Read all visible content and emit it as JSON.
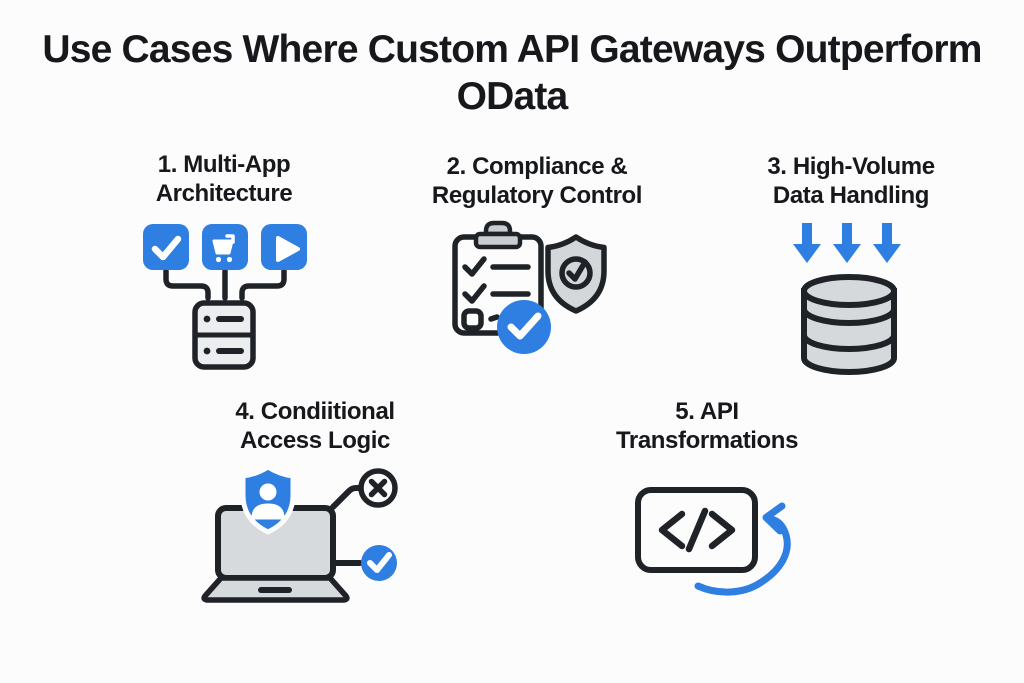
{
  "title": {
    "line1": "Use Cases Where Custom API Gateways",
    "line2": "Outperform OData"
  },
  "items": [
    {
      "id": "multi-app-architecture",
      "line1": "1. Multi-App",
      "line2": "Architecture",
      "icon": "app-tiles-connected-to-server-icon"
    },
    {
      "id": "compliance-regulatory-control",
      "line1": "2. Compliance &",
      "line2": "Regulatory Control",
      "icon": "checklist-clipboard-shield-check-icon"
    },
    {
      "id": "high-volume-data-handling",
      "line1": "3. High-Volume",
      "line2": "Data Handling",
      "icon": "down-arrows-into-database-icon"
    },
    {
      "id": "conditional-access-logic",
      "line1": "4. Condiitional",
      "line2": "Access Logic",
      "icon": "laptop-user-shield-allow-deny-icon"
    },
    {
      "id": "api-transformations",
      "line1": "5. API",
      "line2": "Transformations",
      "icon": "code-block-transform-loop-icon"
    }
  ],
  "colors": {
    "accent_blue": "#2E7FE1",
    "outline_dark": "#1F2328",
    "fill_gray": "#D6D9DC",
    "fill_light_gray": "#ECEDEF",
    "clip_gray": "#C9CCD0",
    "background": "#FCFCFC",
    "text": "#17181B"
  }
}
